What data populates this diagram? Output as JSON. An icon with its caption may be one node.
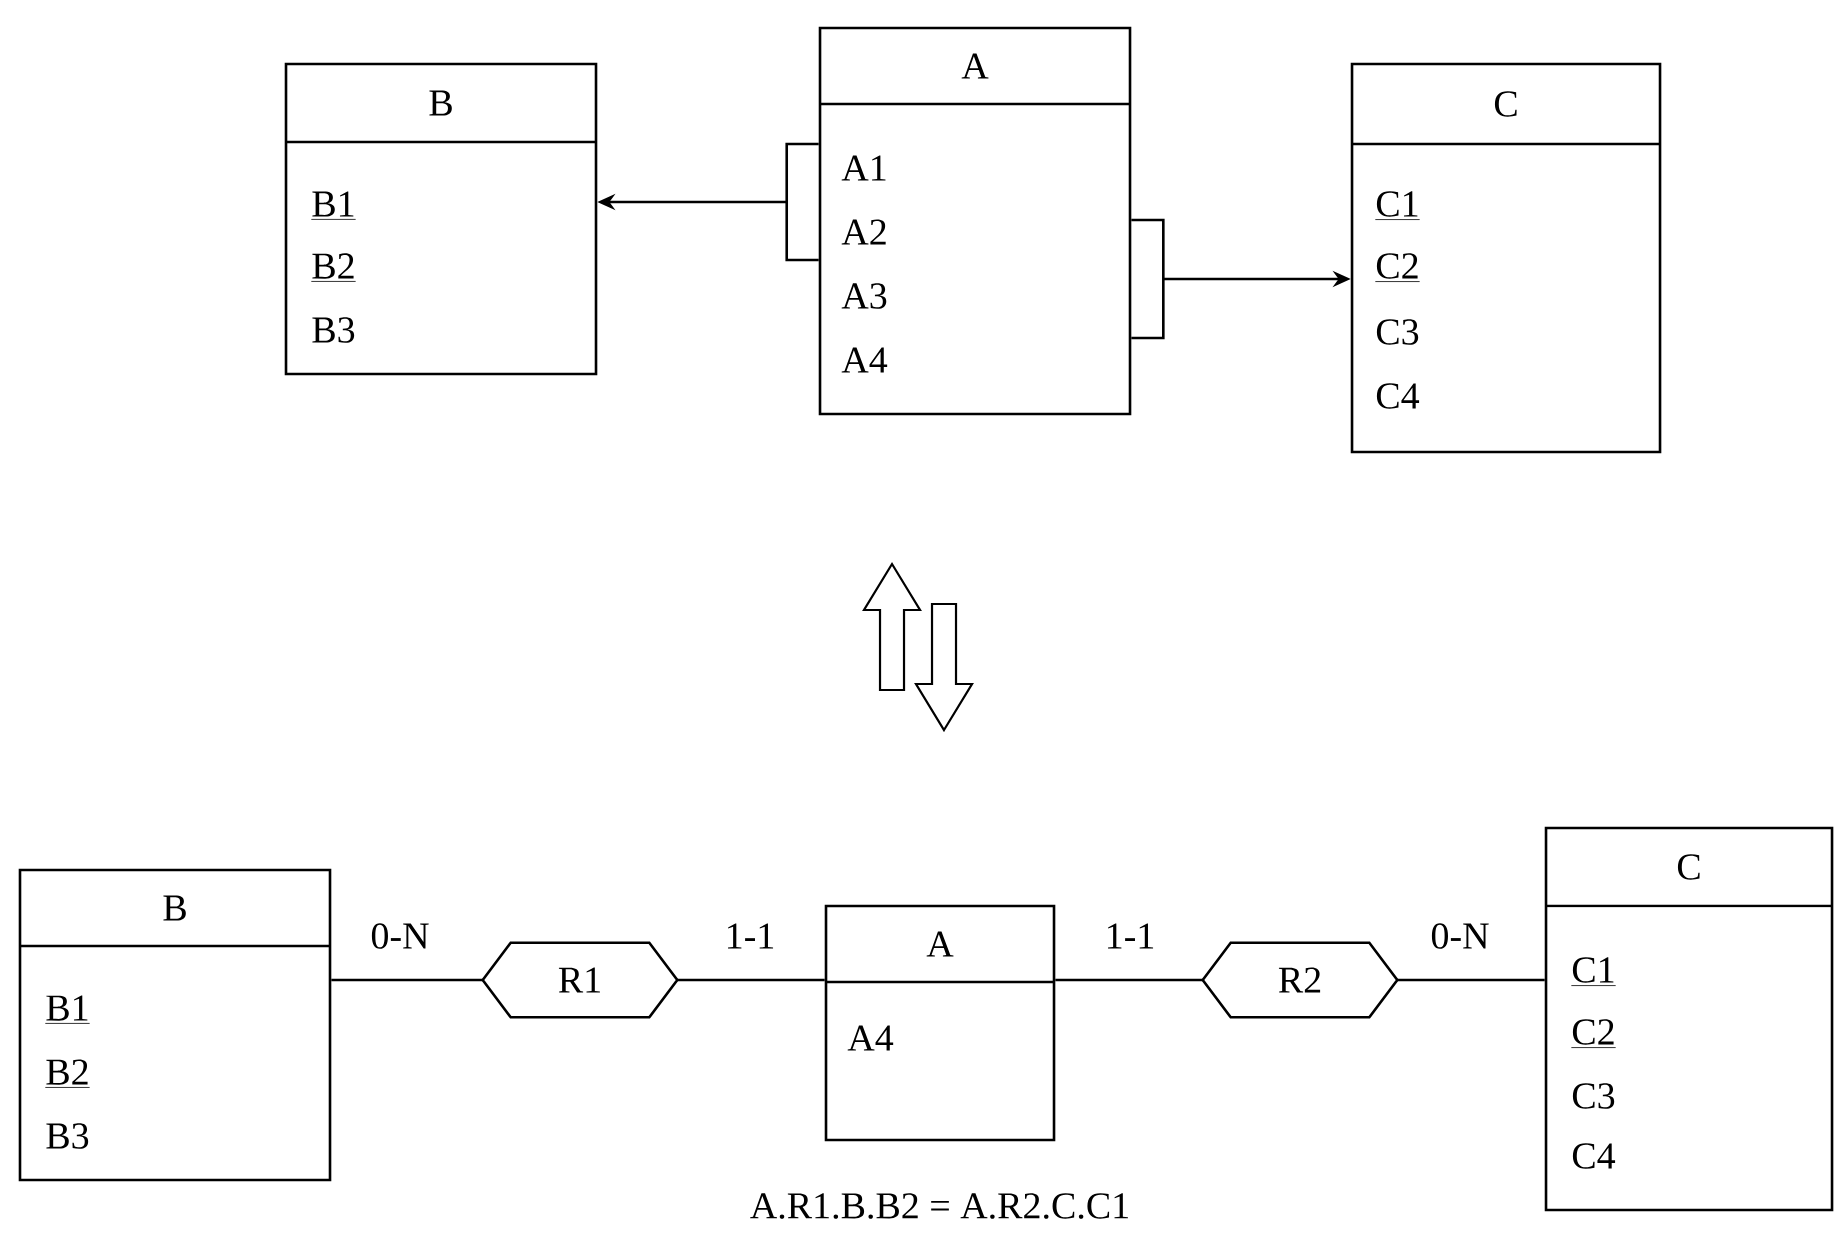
{
  "diagram": {
    "nodes": [
      {
        "text": [
          "B",
          "B1",
          "B2",
          "B3"
        ]
      },
      {
        "text": [
          "A",
          "A1",
          "A2",
          "A3",
          "A4"
        ]
      },
      {
        "text": [
          "C",
          "C1",
          "C2",
          "C3",
          "C4"
        ]
      },
      {
        "text": [
          "B",
          "B1",
          "B2",
          "B3"
        ]
      },
      {
        "text": [
          "R1"
        ]
      },
      {
        "text": [
          "A",
          "A4"
        ]
      },
      {
        "text": [
          "R2"
        ]
      },
      {
        "text": [
          "C",
          "C1",
          "C2",
          "C3",
          "C4"
        ]
      }
    ],
    "edges": [
      {
        "from": 1,
        "to": 0,
        "arrow": "to"
      },
      {
        "from": 1,
        "to": 2,
        "arrow": "to"
      },
      {
        "from": 3,
        "to": 4,
        "arrow": "none",
        "label": "0-N"
      },
      {
        "from": 4,
        "to": 5,
        "arrow": "none",
        "label": "1-1"
      },
      {
        "from": 5,
        "to": 6,
        "arrow": "none",
        "label": "1-1"
      },
      {
        "from": 6,
        "to": 7,
        "arrow": "none",
        "label": "0-N"
      }
    ],
    "labels": [
      "A.R1.B.B2 = A.R2.C.C1"
    ]
  }
}
